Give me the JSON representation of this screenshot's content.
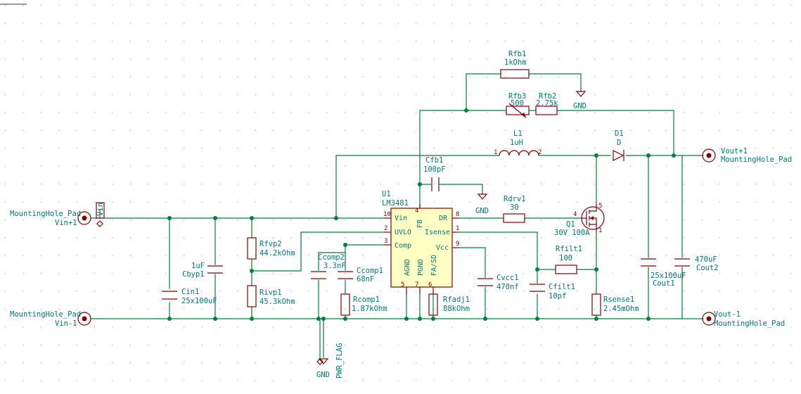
{
  "components": {
    "rfb1": {
      "ref": "Rfb1",
      "value": "1kOhm"
    },
    "rfb3": {
      "ref": "Rfb3",
      "value": "500"
    },
    "rfb2": {
      "ref": "Rfb2",
      "value": "2.75k"
    },
    "gnd_top": "GND",
    "l1": {
      "ref": "L1",
      "value": "1uH",
      "pin1": "1",
      "pin2": "2"
    },
    "d1": {
      "ref": "D1",
      "value": "D"
    },
    "cfb1": {
      "ref": "Cfb1",
      "value": "100pF"
    },
    "gnd_cfb": "GND",
    "u1": {
      "ref": "U1",
      "value": "LM3481",
      "pins": {
        "vin": "Vin",
        "uvlo": "UVLO",
        "comp": "Comp",
        "dr": "DR",
        "isense": "Isense",
        "vcc": "Vcc",
        "fb": "FB",
        "agnd": "AGND",
        "pgnd": "PGND",
        "fasd": "FA/SD"
      },
      "pinnums": {
        "n10": "10",
        "n2": "2",
        "n3": "3",
        "n8": "8",
        "n1": "1",
        "n9": "9",
        "n4": "4",
        "n5": "5",
        "n7": "7",
        "n6": "6"
      }
    },
    "rdrv1": {
      "ref": "Rdrv1",
      "value": "30"
    },
    "q1": {
      "ref": "Q1",
      "value": "30V 100A",
      "pin4": "4",
      "pin5": "5",
      "pin1": "1"
    },
    "rfvp2": {
      "ref": "Rfvp2",
      "value": "44.2kOhm"
    },
    "rivp1": {
      "ref": "Rivp1",
      "value": "45.3kOhm"
    },
    "cbyp1": {
      "ref": "Cbyp1",
      "value": "1uF"
    },
    "cin1": {
      "ref": "Cin1",
      "value": "25x100uF"
    },
    "ccomp2": {
      "ref": "Ccomp2",
      "value": "3.3nF"
    },
    "ccomp1": {
      "ref": "Ccomp1",
      "value": "68nF"
    },
    "rcomp1": {
      "ref": "Rcomp1",
      "value": "1.87kOhm"
    },
    "rfadj1": {
      "ref": "Rfadj1",
      "value": "88kOhm"
    },
    "cvcc1": {
      "ref": "Cvcc1",
      "value": "470nf"
    },
    "cfilt1": {
      "ref": "Cfilt1",
      "value": "10pf"
    },
    "rfilt1": {
      "ref": "Rfilt1",
      "value": "100"
    },
    "rsense1": {
      "ref": "Rsense1",
      "value": "2.45mOhm"
    },
    "cout1": {
      "ref": "Cout1",
      "value": "25x100uF"
    },
    "cout2": {
      "ref": "Cout2",
      "value": "470uF"
    },
    "vin_plus": {
      "name": "MountingHole_Pad",
      "ref": "Vin+1"
    },
    "vin_minus": {
      "name": "MountingHole_Pad",
      "ref": "Vin-1"
    },
    "vout_plus": {
      "ref": "Vout+1",
      "name": "MountingHole_Pad"
    },
    "vout_minus": {
      "ref": "Vout-1",
      "name": "MountingHole_Pad"
    },
    "vin_label": "Vin",
    "gnd_bottom": "GND",
    "pwr_flag": "PWR_FLAG"
  }
}
